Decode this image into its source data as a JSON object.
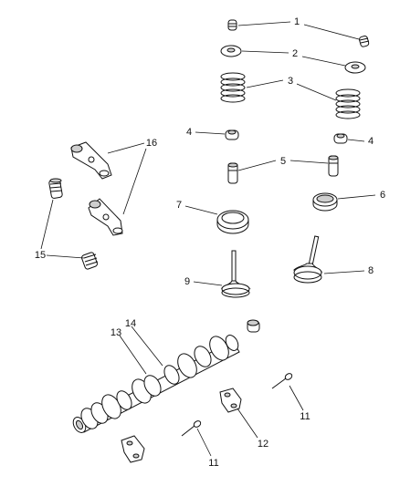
{
  "diagram": {
    "labels": {
      "l1": "1",
      "l2": "2",
      "l3": "3",
      "l4a": "4",
      "l4b": "4",
      "l5": "5",
      "l6": "6",
      "l7": "7",
      "l8": "8",
      "l9": "9",
      "l11a": "11",
      "l11b": "11",
      "l12": "12",
      "l13": "13",
      "l14": "14",
      "l15": "15",
      "l16": "16"
    },
    "colors": {
      "ink": "#111111",
      "part_fill": "#ffffff",
      "shade": "#cfcfcf"
    }
  }
}
